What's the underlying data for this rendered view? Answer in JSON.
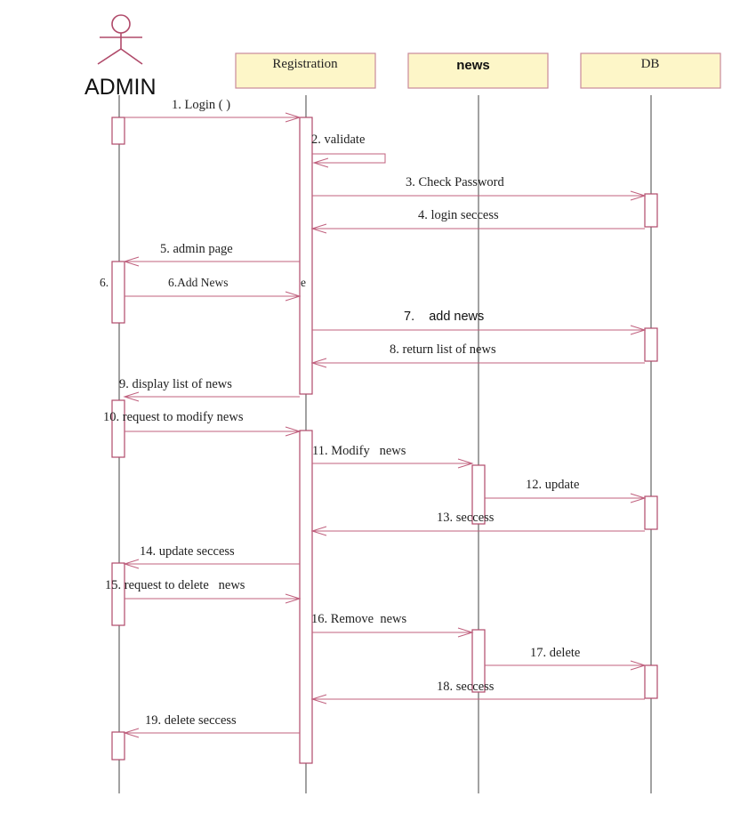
{
  "actor": {
    "label": "ADMIN",
    "icon": "stick-figure-icon"
  },
  "participants": [
    {
      "id": "registration",
      "label": "Registration"
    },
    {
      "id": "news",
      "label": "news"
    },
    {
      "id": "db",
      "label": "DB"
    }
  ],
  "messages": [
    {
      "from": "admin",
      "to": "registration",
      "text": "1. Login ( )"
    },
    {
      "from": "registration",
      "to": "registration",
      "text": "2. validate"
    },
    {
      "from": "registration",
      "to": "db",
      "text": "3. Check Password"
    },
    {
      "from": "db",
      "to": "registration",
      "text": "4. login seccess"
    },
    {
      "from": "registration",
      "to": "admin",
      "text": "5. admin page"
    },
    {
      "from": "admin",
      "to": "registration",
      "text": "6.Add News"
    },
    {
      "from": "registration",
      "to": "db",
      "text": "7.    add news"
    },
    {
      "from": "db",
      "to": "registration",
      "text": "8. return list of news"
    },
    {
      "from": "registration",
      "to": "admin",
      "text": "9. display list of  news"
    },
    {
      "from": "admin",
      "to": "registration",
      "text": "10. request to modify news"
    },
    {
      "from": "registration",
      "to": "news",
      "text": "11. Modify   news"
    },
    {
      "from": "news",
      "to": "db",
      "text": "12. update"
    },
    {
      "from": "db",
      "to": "registration",
      "text": "13. seccess"
    },
    {
      "from": "registration",
      "to": "admin",
      "text": "14. update seccess"
    },
    {
      "from": "admin",
      "to": "registration",
      "text": "15. request to delete   news"
    },
    {
      "from": "registration",
      "to": "news",
      "text": "16. Remove  news"
    },
    {
      "from": "news",
      "to": "db",
      "text": "17. delete"
    },
    {
      "from": "db",
      "to": "registration",
      "text": "18. seccess"
    },
    {
      "from": "registration",
      "to": "admin",
      "text": "19. delete seccess"
    }
  ],
  "colors": {
    "line": "#c0607e",
    "activation": "#b04a6a",
    "header_fill": "#fdf6c8"
  }
}
